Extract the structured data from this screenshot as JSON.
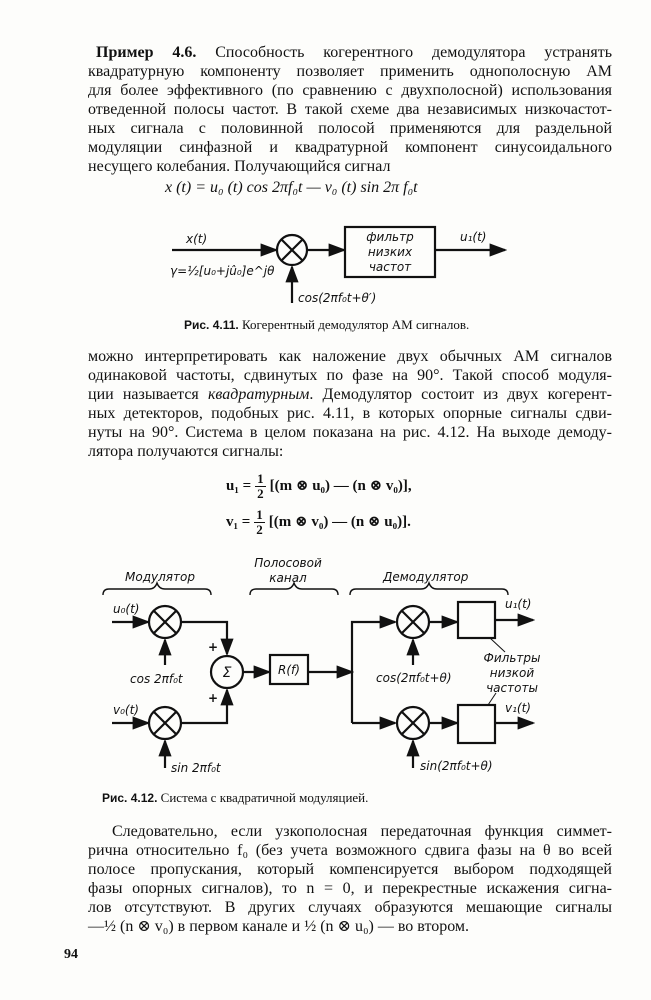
{
  "paragraph1": {
    "lead": "Пример 4.6.",
    "lines": [
      "Способность когерентного демодулятора устранять",
      "квадратурную компоненту позволяет применить однополосную АМ",
      "для более эффективного (по сравнению с двухполосной) использования",
      "отведенной полосы частот. В такой схеме два независимых низкочастот-",
      "ных сигнала с половинной полосой применяются для раздельной",
      "модуляции синфазной и квадратурной компонент синусоидального",
      "несущего колебания. Получающийся сигнал"
    ]
  },
  "formula1": "x (t) = u₀ (t) cos 2πf₀t — v₀ (t) sin 2π f₀t",
  "figure411": {
    "input_label": "x(t)",
    "input_formula": "γ=½[u₀+jû₀]e^jθ",
    "filter_lines": [
      "фильтр",
      "низких",
      "частот"
    ],
    "output_label": "u₁(t)",
    "reference_label": "cos(2πf₀t+θ′)",
    "caption_num": "Рис. 4.11.",
    "caption_text": "Когерентный демодулятор АМ сигналов."
  },
  "paragraph2": {
    "lines": [
      "можно интерпретировать как наложение двух обычных АМ сигналов",
      "одинаковой частоты, сдвинутых по фазе на 90°. Такой способ модуля-",
      [
        "ции называется ",
        "квадратурным",
        ". Демодулятор состоит из двух когерент-"
      ],
      "ных детекторов, подобных рис. 4.11, в которых опорные сигналы сдви-",
      "нуты на 90°. Система в целом показана на рис. 4.12. На выходе демоду-",
      "лятора получаются сигналы:"
    ]
  },
  "equations": {
    "u1_lhs": "u₁ =",
    "v1_lhs": "v₁ =",
    "frac_num": "1",
    "frac_den": "2",
    "u1_rhs": "[(m ⊗ u₀) — (n ⊗ v₀)],",
    "v1_rhs": "[(m ⊗ v₀) — (n ⊗ u₀)]."
  },
  "figure412": {
    "modulator": "Модулятор",
    "channel_lines": [
      "Полосовой",
      "канал"
    ],
    "demodulator": "Демодулятор",
    "u0": "u₀(t)",
    "v0": "v₀(t)",
    "cos_mod": "cos 2πf₀t",
    "sin_mod": "sin 2πf₀t",
    "sum": "Σ",
    "plus": "+",
    "channel_box": "R(f)",
    "cos_demod": "cos(2πf₀t+θ)",
    "sin_demod": "sin(2πf₀t+θ)",
    "u1": "u₁(t)",
    "v1": "v₁(t)",
    "filters_lines": [
      "Фильтры",
      "низкой",
      "частоты"
    ],
    "caption_num": "Рис. 4.12.",
    "caption_text": "Система с квадратичной модуляцией."
  },
  "paragraph3": {
    "lines": [
      "Следовательно, если узкополосная передаточная функция симмет-",
      "рична относительно f₀ (без учета возможного сдвига фазы на θ во всей",
      "полосе пропускания, который компенсируется выбором подходящей",
      "фазы опорных сигналов), то n = 0, и перекрестные искажения сигна-",
      "лов отсутствуют. В других случаях образуются мешающие сигналы",
      "—½ (n ⊗ v₀) в первом канале и ½ (n ⊗ u₀) — во втором."
    ]
  },
  "page_number": "94"
}
